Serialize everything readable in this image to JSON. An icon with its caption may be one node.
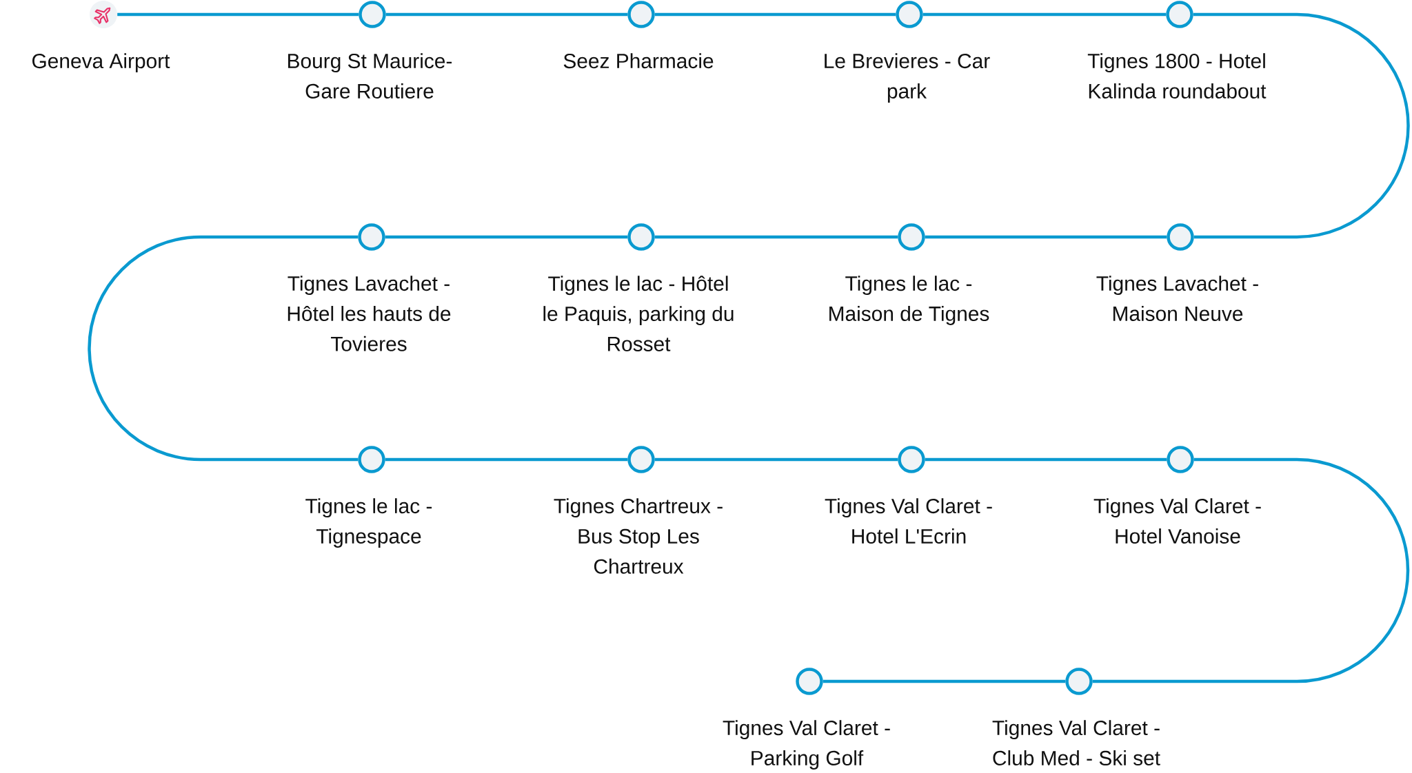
{
  "diagram": {
    "nodes": [
      {
        "text": [
          "Geneva Airport"
        ]
      },
      {
        "text": [
          "Bourg St Maurice- Gare Routiere"
        ]
      },
      {
        "text": [
          "Seez Pharmacie"
        ]
      },
      {
        "text": [
          "Le Brevieres - Car park"
        ]
      },
      {
        "text": [
          "Tignes 1800 - Hotel Kalinda roundabout"
        ]
      },
      {
        "text": [
          "Tignes Lavachet - Maison Neuve"
        ]
      },
      {
        "text": [
          "Tignes le lac - Maison de Tignes"
        ]
      },
      {
        "text": [
          "Tignes le lac - Hôtel le Paquis, parking du Rosset"
        ]
      },
      {
        "text": [
          "Tignes Lavachet - Hôtel les hauts de Tovieres"
        ]
      },
      {
        "text": [
          "Tignes le lac - Tignespace"
        ]
      },
      {
        "text": [
          "Tignes Chartreux - Bus Stop Les Chartreux"
        ]
      },
      {
        "text": [
          "Tignes Val Claret - Hotel L'Ecrin"
        ]
      },
      {
        "text": [
          "Tignes Val Claret - Hotel Vanoise"
        ]
      },
      {
        "text": [
          "Tignes Val Claret - Club Med - Ski set"
        ]
      },
      {
        "text": [
          "Tignes Val Claret - Parking Golf"
        ]
      }
    ],
    "edges": [
      {
        "from": 0,
        "to": 1,
        "arrow": "none"
      },
      {
        "from": 1,
        "to": 2,
        "arrow": "none"
      },
      {
        "from": 2,
        "to": 3,
        "arrow": "none"
      },
      {
        "from": 3,
        "to": 4,
        "arrow": "none"
      },
      {
        "from": 4,
        "to": 5,
        "arrow": "none"
      },
      {
        "from": 5,
        "to": 6,
        "arrow": "none"
      },
      {
        "from": 6,
        "to": 7,
        "arrow": "none"
      },
      {
        "from": 7,
        "to": 8,
        "arrow": "none"
      },
      {
        "from": 8,
        "to": 9,
        "arrow": "none"
      },
      {
        "from": 9,
        "to": 10,
        "arrow": "none"
      },
      {
        "from": 10,
        "to": 11,
        "arrow": "none"
      },
      {
        "from": 11,
        "to": 12,
        "arrow": "none"
      },
      {
        "from": 12,
        "to": 13,
        "arrow": "none"
      },
      {
        "from": 13,
        "to": 14,
        "arrow": "none"
      }
    ]
  }
}
